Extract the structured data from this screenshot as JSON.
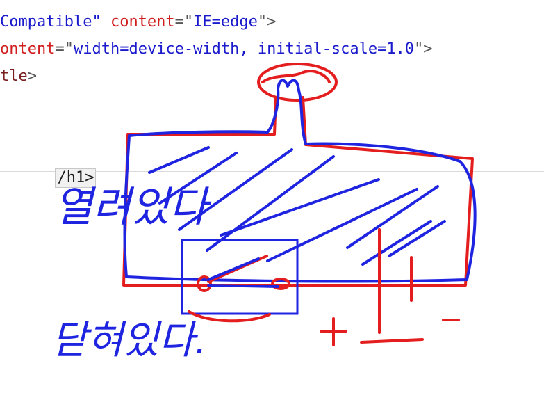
{
  "editor": {
    "lines": [
      {
        "parts": [
          {
            "cls": "val",
            "text": "Compatible\" "
          },
          {
            "cls": "attr",
            "text": "content"
          },
          {
            "cls": "punc",
            "text": "=\""
          },
          {
            "cls": "val",
            "text": "IE=edge"
          },
          {
            "cls": "punc",
            "text": "\">"
          }
        ]
      },
      {
        "parts": [
          {
            "cls": "attr",
            "text": "ontent"
          },
          {
            "cls": "punc",
            "text": "=\""
          },
          {
            "cls": "val",
            "text": "width=device-width, initial-scale=1.0"
          },
          {
            "cls": "punc",
            "text": "\">"
          }
        ]
      },
      {
        "parts": [
          {
            "cls": "tag",
            "text": "tle"
          },
          {
            "cls": "punc",
            "text": ">"
          }
        ]
      }
    ],
    "highlighted_tag": "/h1>"
  },
  "annotations": {
    "handwriting_top": "열려있다",
    "handwriting_bottom": "닫혀있다.",
    "plus_sign": "+",
    "minus_sign": "-",
    "colors": {
      "red": "#e41e1e",
      "blue": "#1f24e0"
    }
  }
}
